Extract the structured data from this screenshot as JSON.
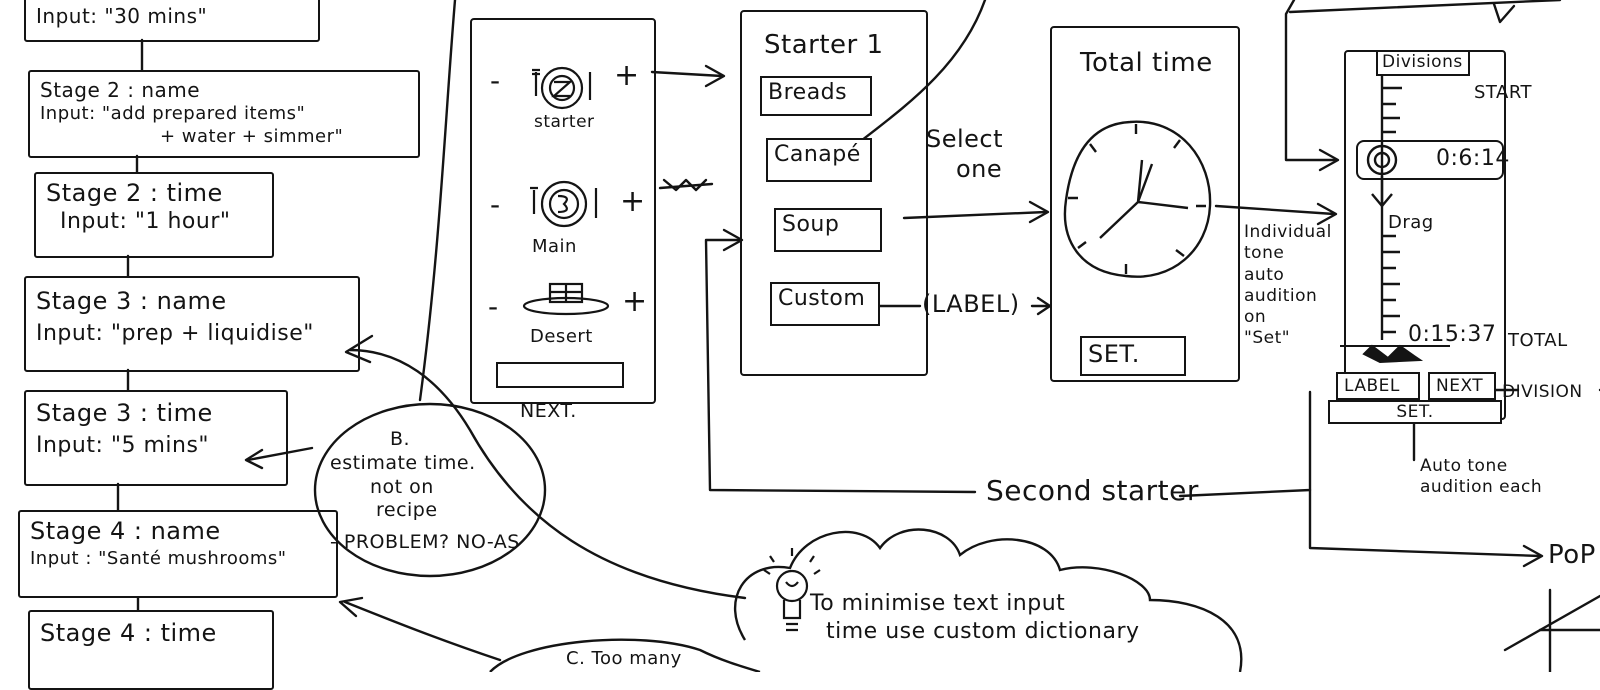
{
  "stages": [
    {
      "lines": [
        "Input: \"30 mins\""
      ]
    },
    {
      "lines": [
        "Stage 2 : name",
        "Input: \"add prepared items\"",
        "+ water + simmer\""
      ]
    },
    {
      "lines": [
        "Stage 2 : time",
        "Input: \"1 hour\""
      ]
    },
    {
      "lines": [
        "Stage 3 : name",
        "Input: \"prep + liquidise\""
      ]
    },
    {
      "lines": [
        "Stage 3 : time",
        "Input: \"5 mins\""
      ]
    },
    {
      "lines": [
        "Stage 4 : name",
        "Input : \"Santé mushrooms\""
      ]
    },
    {
      "lines": [
        "Stage 4 : time"
      ]
    }
  ],
  "note_b": [
    "B.",
    "estimate time.",
    "not on",
    "recipe",
    "- PROBLEM? NO-AS"
  ],
  "course_screen": {
    "courses": [
      "starter",
      "Main",
      "Desert"
    ],
    "minus": "-",
    "plus": "+",
    "next_label": "NEXT."
  },
  "starter_screen": {
    "title": "Starter 1",
    "options": [
      "Breads",
      "Canapé",
      "Soup",
      "Custom"
    ]
  },
  "select_one": [
    "Select",
    "one"
  ],
  "label_tag": "(LABEL)",
  "total_screen": {
    "title": "Total time",
    "set_label": "SET."
  },
  "individual_note": [
    "Individual",
    "tone",
    "auto",
    "audition",
    "on",
    "\"Set\""
  ],
  "timer_screen": {
    "divisions_label": "Divisions",
    "start_label": "START",
    "time_start": "0:6:14",
    "drag_label": "Drag",
    "time_total": "0:15:37",
    "total_label": "TOTAL",
    "label_btn": "LABEL",
    "next_btn": "NEXT",
    "set_btn": "SET.",
    "division_label": "DIVISION"
  },
  "second_starter": "Second starter",
  "auto_tone": [
    "Auto tone",
    "audition each"
  ],
  "pop_label": "PoP",
  "cloud_note": [
    "To minimise text input",
    "time use custom dictionary"
  ],
  "too_many": "C. Too many"
}
